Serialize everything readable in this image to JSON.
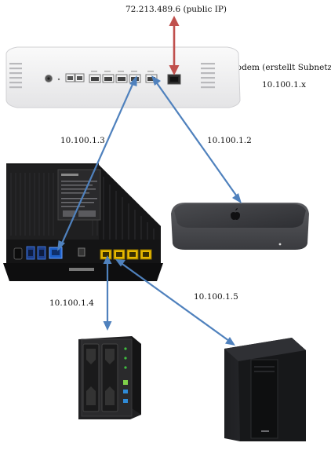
{
  "labels": {
    "public_ip": "72.213.489.6 (public IP)",
    "modem_title": "Modem (erstellt Subnetz)",
    "modem_subnet": "10.100.1.x",
    "router_ip": "10.100.1.3",
    "mac_ip": "10.100.1.2",
    "nas_ip": "10.100.1.4",
    "pc_ip": "10.100.1.5"
  },
  "colors": {
    "uplink_arrow": "#c0504d",
    "lan_arrow": "#4f81bd"
  },
  "icons": {
    "apple_logo": "apple-logo-icon",
    "router_brand": "asus-logo-icon"
  }
}
